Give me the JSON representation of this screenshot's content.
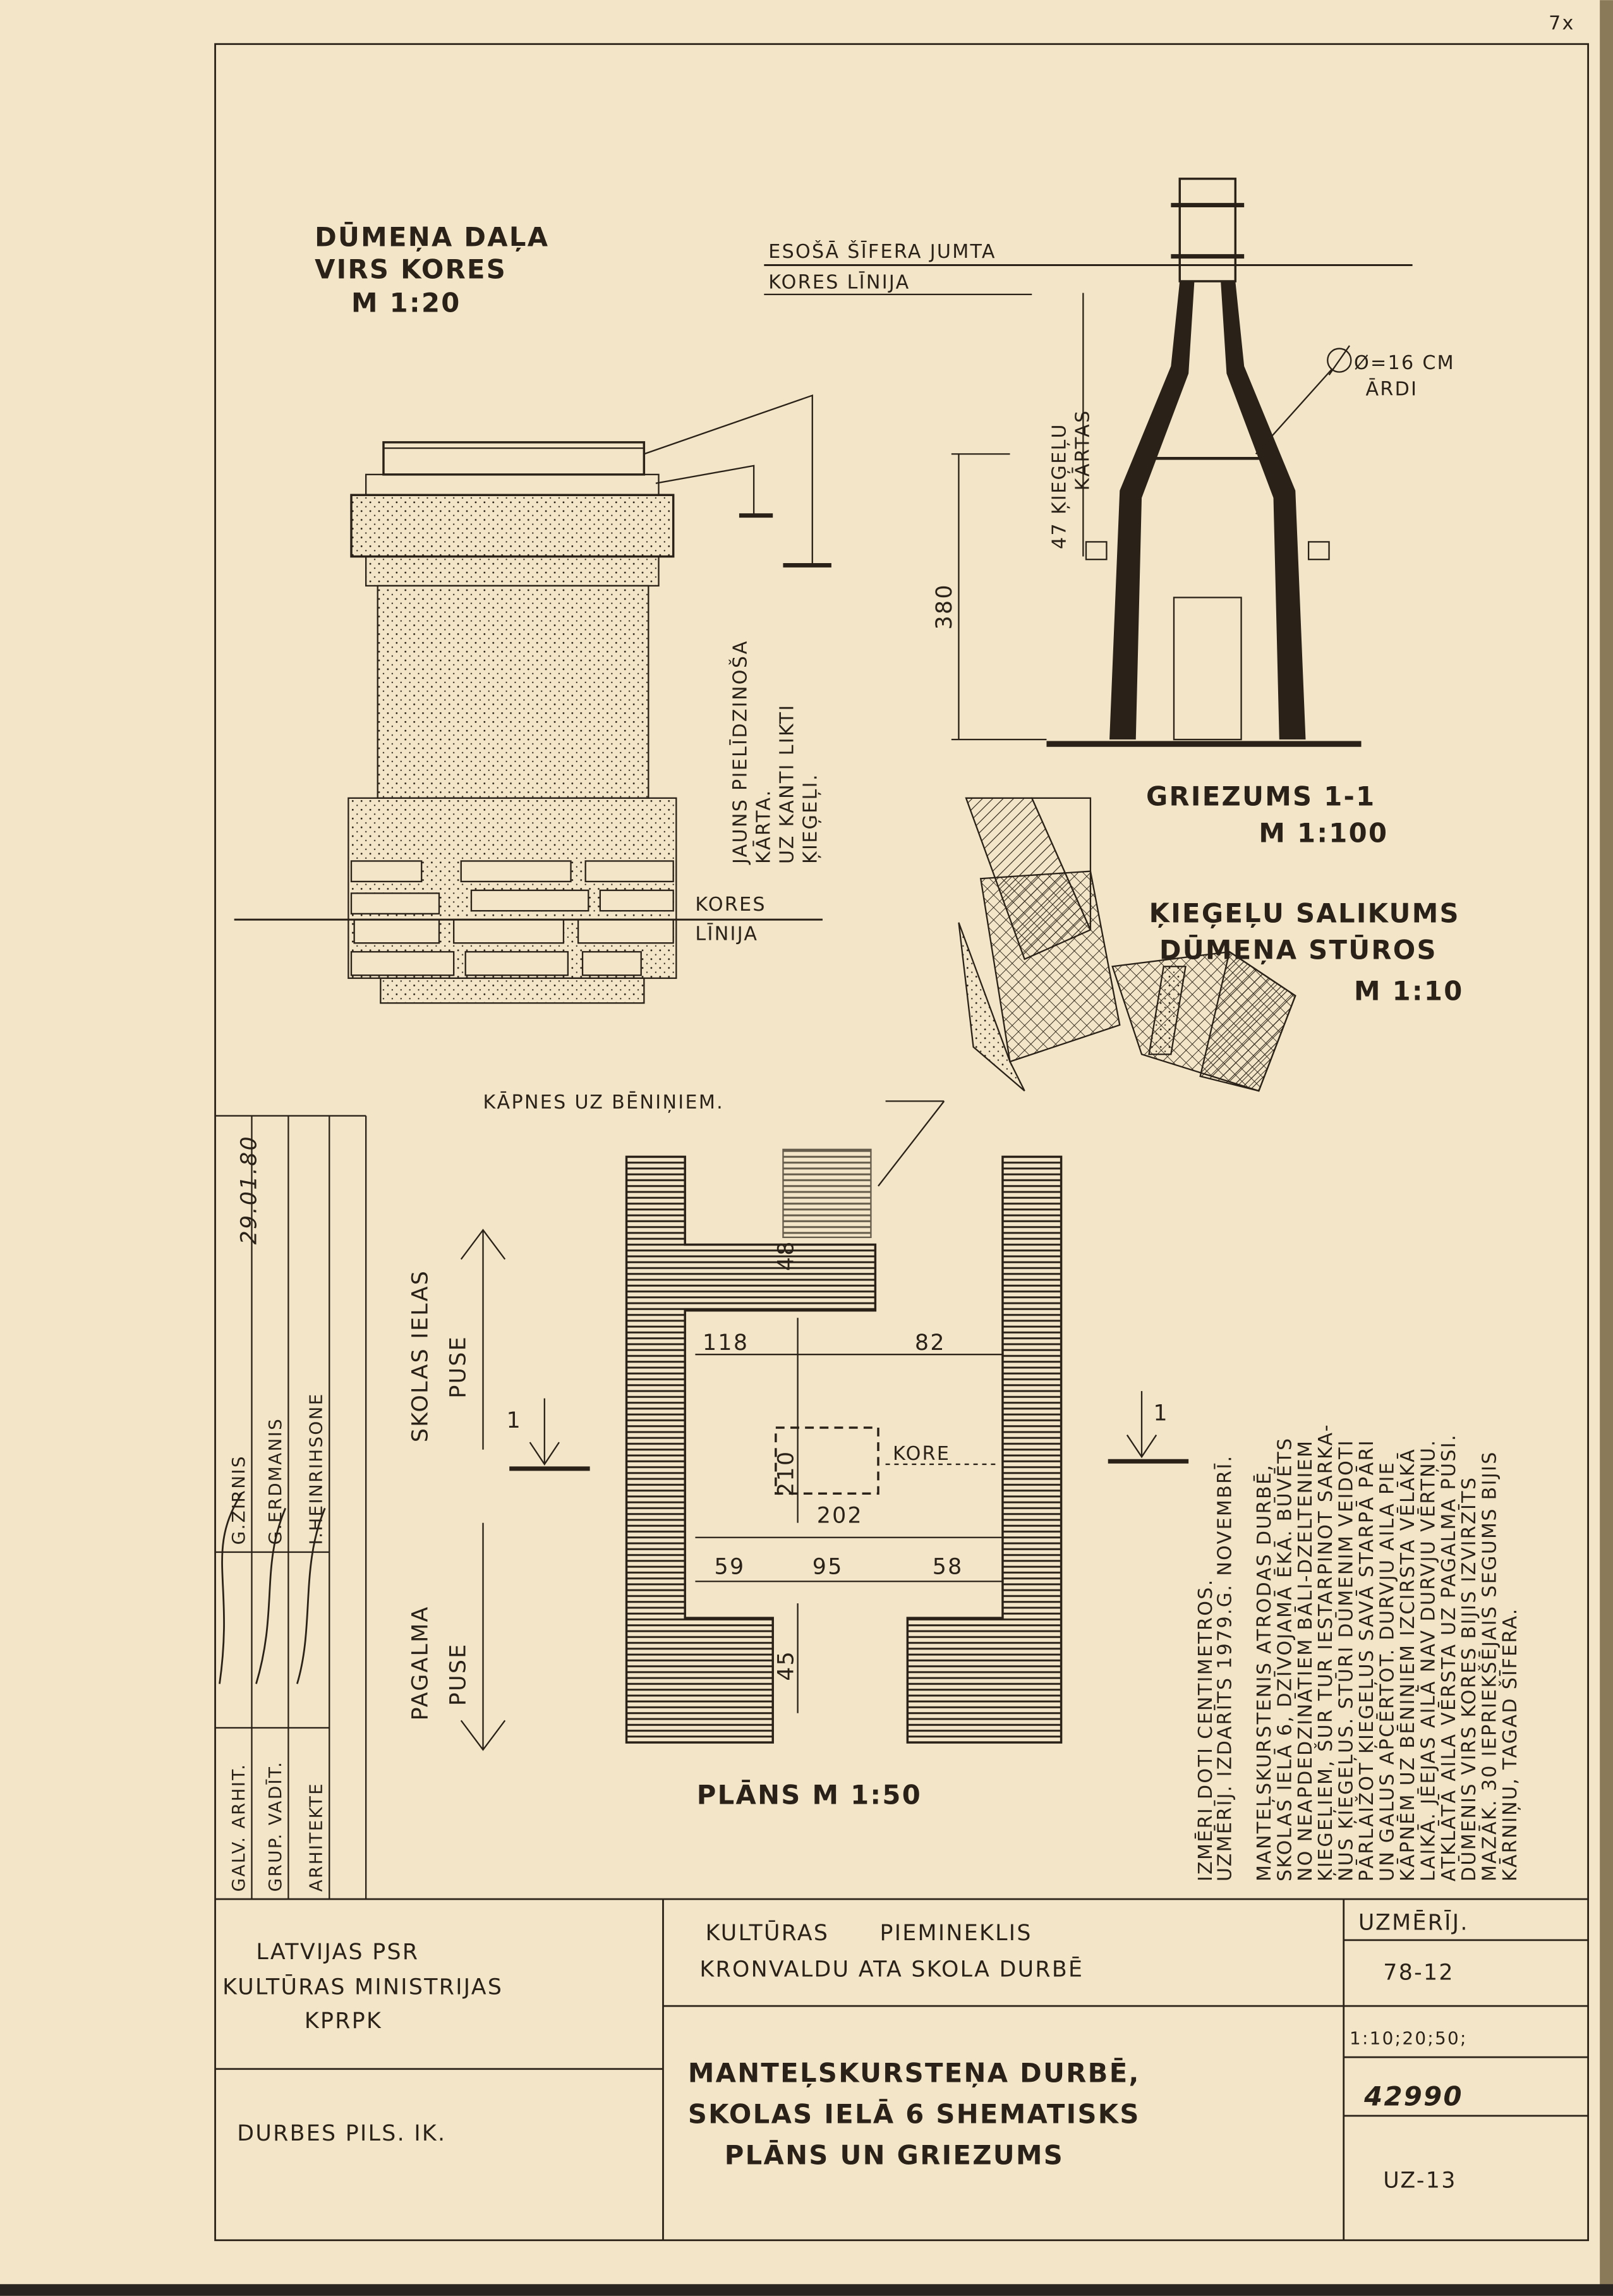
{
  "corner_mark": "7x",
  "elevation": {
    "title_lines": [
      "DŪMEŅA DAĻA",
      "VIRS KORES",
      "M 1:20"
    ],
    "annotation_lines": [
      "JAUNS PIELĪDZINOŠA",
      "KĀRTA.",
      "UZ KANTI LIKTI",
      "ĶIEĢEĻI."
    ],
    "ridge_label": [
      "KORES",
      "LĪNIJA"
    ]
  },
  "section": {
    "roof_label": "ESOŠĀ ŠĪFERA JUMTA",
    "ridge_label": "KORES LĪNIJA",
    "courses_label": [
      "47 ĶIEĢEĻU",
      "KĀRTAS"
    ],
    "height_dim": "380",
    "opening_label": [
      "Ø=16 CM",
      "ĀRDI"
    ],
    "title_lines": [
      "GRIEZUMS 1-1",
      "M 1:100"
    ]
  },
  "corner_detail": {
    "title_lines": [
      "ĶIEĢEĻU SALIKUMS",
      "DŪMEŅA STŪROS",
      "M 1:10"
    ]
  },
  "plan": {
    "stairs_label": "KĀPNES UZ BĒNIŅIEM.",
    "side_top": [
      "SKOLAS IELAS",
      "PUSE"
    ],
    "side_bottom": [
      "PAGALMA",
      "PUSE"
    ],
    "section_mark": "1",
    "ridge": "KORE",
    "dims": {
      "d48": "48",
      "d118": "118",
      "d82": "82",
      "d210": "210",
      "d202": "202",
      "d59": "59",
      "d95": "95",
      "d58": "58",
      "d45": "45"
    },
    "title": "PLĀNS M 1:50"
  },
  "notes": {
    "header": [
      "IZMĒRI DOTI CENTIMETROS.",
      "UZMĒRĪJ. IZDARĪTS 1979.G. NOVEMBRĪ."
    ],
    "body": [
      "MANTEĻSKURSTENIS ATRODAS DURBĒ,",
      "SKOLAS IELĀ 6, DZĪVOJAMĀ ĒKĀ. BŪVĒTS",
      "NO NEAPDEDZINĀTIEM BĀLI-DZELTENIEM",
      "ĶIEGEĻIEM, ŠUR TUR IESTARPINOT SARKA-",
      "NUS ĶIEGEĻUS. STŪRI DŪMENIM VEIDOTI",
      "PĀRLAIŽOT ĶIEGEĻUS SAVĀ STARPĀ PĀRI",
      "UN GALUS APCĒRTOT. DURVJU AILA PIE",
      "KĀPNĒM UZ BĒNIŅIEM IZCIRSTA VĒLĀKĀ",
      "LAIKĀ. JĒEJAS AILĀ NAV DURVJU VĒRTŅU.",
      "ATKLĀTĀ AILA VĒRSTA UZ PAGALMA PUSI.",
      "DŪMENIS VIRS KORES BIJIS IZVIRZĪTS",
      "MAZĀK. 30 IEPRIEKŠĒJAIS SEGUMS BIJIS",
      "KĀRNIŅU, TAGAD ŠĪFERA."
    ]
  },
  "signatures": {
    "date": "29.01.80",
    "roles": [
      "GALV. ARHIT.",
      "GRUP. VADĪT.",
      "ARHITEKTE"
    ],
    "names": [
      "G.ZIRNIS",
      "G.ERDMANIS",
      "I.HEINRIHSONE"
    ]
  },
  "title_block": {
    "org_lines": [
      "LATVIJAS PSR",
      "KULTŪRAS MINISTRIJAS",
      "KPRPK"
    ],
    "client": "DURBES PILS. IK.",
    "object_lines": [
      "KULTŪRAS      PIEMINEKLIS",
      "KRONVALDU ATA SKOLA DURBĒ"
    ],
    "drawing_lines": [
      "MANTEĻSKURSTEŅA DURBĒ,",
      "SKOLAS IELĀ 6 SHEMATISKS",
      "PLĀNS UN GRIEZUMS"
    ],
    "survey_label": "UZMĒRĪJ.",
    "survey_no": "78-12",
    "scales": "1:10;20;50;",
    "archive_no": "42990",
    "sheet_no": "UZ-13"
  }
}
